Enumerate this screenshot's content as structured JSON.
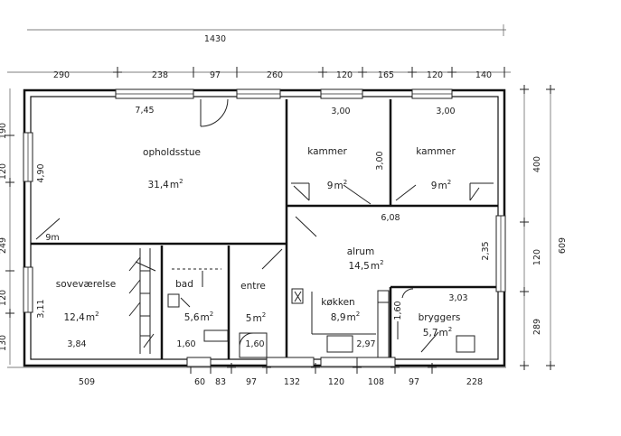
{
  "overall": {
    "width": "1430"
  },
  "top_dims": [
    "290",
    "238",
    "97",
    "260",
    "120",
    "165",
    "120",
    "140"
  ],
  "bottom_dims": [
    "509",
    "60",
    "83",
    "97",
    "132",
    "120",
    "108",
    "97",
    "228"
  ],
  "left_dims": [
    "190",
    "120",
    "249",
    "120",
    "130"
  ],
  "right_dims": {
    "outer": "609",
    "inner": [
      "400",
      "120",
      "289"
    ]
  },
  "rooms": {
    "opholdsstue": {
      "label": "opholdsstue",
      "area": "31,4",
      "width": "7,45",
      "height": "4,90",
      "pillar": "9m"
    },
    "kammer1": {
      "label": "kammer",
      "area": "9",
      "width": "3,00",
      "height": "3,00"
    },
    "kammer2": {
      "label": "kammer",
      "area": "9",
      "width": "3,00"
    },
    "alrum": {
      "label": "alrum",
      "area": "14,5",
      "width": "6,08",
      "height": "2,35"
    },
    "sovevaerelse": {
      "label": "soveværelse",
      "area": "12,4",
      "width": "3,84",
      "height": "3,11"
    },
    "bad": {
      "label": "bad",
      "area": "5,6",
      "width": "1,60"
    },
    "entre": {
      "label": "entre",
      "area": "5",
      "width": "1,60"
    },
    "koekken": {
      "label": "køkken",
      "area": "8,9",
      "width": "2,97",
      "height": "1,60"
    },
    "bryggers": {
      "label": "bryggers",
      "area": "5,7",
      "width": "3,03"
    }
  },
  "unit": {
    "m": "m",
    "sq": "2"
  }
}
